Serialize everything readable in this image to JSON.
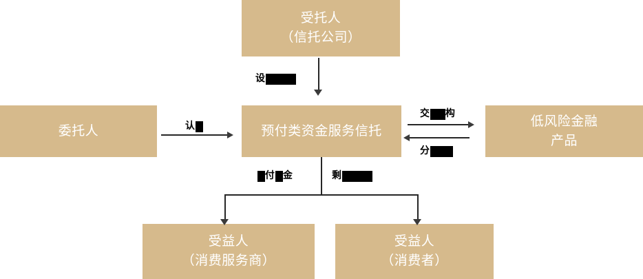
{
  "diagram": {
    "title_visible": false,
    "palette": {
      "box_fill": "#d6ba8c",
      "box_text": "#ffffff",
      "connector": "#262626",
      "label_text": "#000000",
      "redaction": "#000000",
      "background": "#ffffff"
    },
    "nodes": [
      {
        "id": "trustee",
        "label": "受托人\n（信托公司）"
      },
      {
        "id": "settlor",
        "label": "委托人"
      },
      {
        "id": "trust",
        "label": "预付类资金服务信托"
      },
      {
        "id": "lowrisk",
        "label": "低风险金融\n产品"
      },
      {
        "id": "benef_merchant",
        "label": "受益人\n（消费服务商）"
      },
      {
        "id": "benef_consumer",
        "label": "受益人\n（消费者）"
      }
    ],
    "edges": [
      {
        "id": "e-trustee-trust",
        "visible_text": "设",
        "redacted": true,
        "direction": "down"
      },
      {
        "id": "e-settlor-trust",
        "visible_text": "认",
        "redacted": true,
        "direction": "right"
      },
      {
        "id": "e-trust-lowrisk",
        "visible_text_a": "交",
        "visible_text_b": "构",
        "redacted": true,
        "direction": "right"
      },
      {
        "id": "e-lowrisk-trust",
        "visible_text": "分",
        "redacted": true,
        "direction": "left"
      },
      {
        "id": "e-trust-merchant",
        "visible_text_a": "付",
        "visible_text_b": "金",
        "redacted": true,
        "direction": "down"
      },
      {
        "id": "e-trust-consumer",
        "visible_text": "剩",
        "redacted": true,
        "direction": "down"
      }
    ]
  }
}
